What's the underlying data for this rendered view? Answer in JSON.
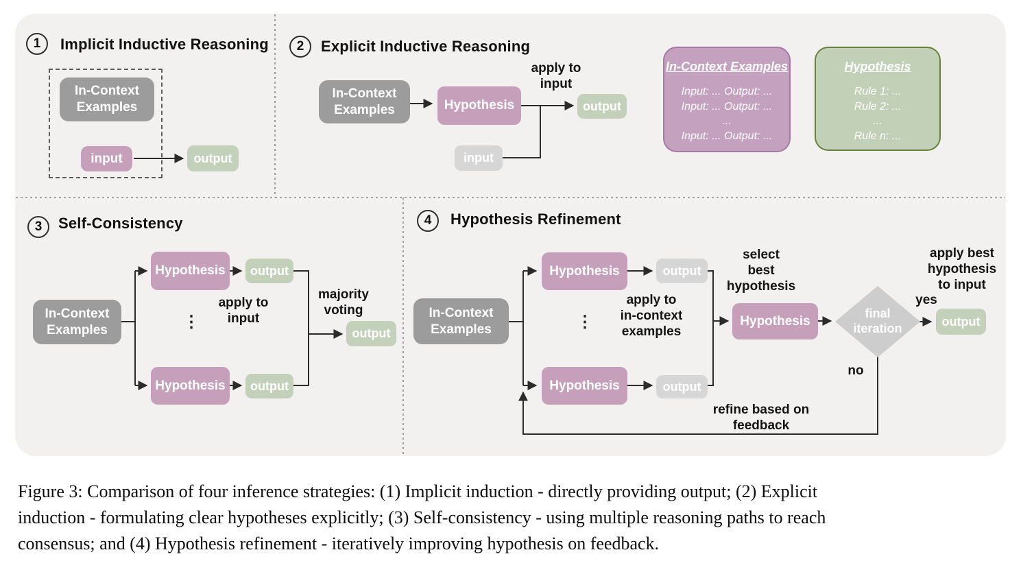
{
  "colors": {
    "figure_bg": "#f2f1ef",
    "gray_node": "#9c9c9c",
    "pink_node": "#c69fbb",
    "green_node": "#c3d1ba",
    "lightgray_node": "#d6d6d6",
    "diamond_gray": "#cdcdcd",
    "pink_card_bg": "#c5a1c0",
    "pink_card_border": "#a679a4",
    "green_card_bg": "#c2d0b8",
    "green_card_border": "#66823b",
    "wire": "#2b2b2b"
  },
  "panel1": {
    "number": "1",
    "title": "Implicit Inductive Reasoning",
    "in_context_label": "In-Context\nExamples",
    "input_label": "input",
    "output_label": "output"
  },
  "panel2": {
    "number": "2",
    "title": "Explicit Inductive Reasoning",
    "in_context_label": "In-Context\nExamples",
    "hypothesis_label": "Hypothesis",
    "input_label": "input",
    "output_label": "output",
    "apply_label": "apply to\ninput"
  },
  "cards": {
    "examples": {
      "title": "In-Context Examples",
      "lines": [
        "Input: ... Output: ...",
        "Input: ... Output: ...",
        "...",
        "Input: ... Output: ..."
      ]
    },
    "hypothesis": {
      "title": "Hypothesis",
      "lines": [
        "Rule 1: ...",
        "Rule 2: ...",
        "...",
        "Rule n: ..."
      ]
    }
  },
  "panel3": {
    "number": "3",
    "title": "Self-Consistency",
    "in_context_label": "In-Context\nExamples",
    "hypothesis_top_label": "Hypothesis",
    "output_top_label": "output",
    "hypothesis_bottom_label": "Hypothesis",
    "output_bottom_label": "output",
    "dots": "⋮",
    "apply_label": "apply to\ninput",
    "majority_label": "majority\nvoting",
    "final_output_label": "output"
  },
  "panel4": {
    "number": "4",
    "title": "Hypothesis Refinement",
    "in_context_label": "In-Context\nExamples",
    "hypothesis_top_label": "Hypothesis",
    "output_top_label": "output",
    "hypothesis_bottom_label": "Hypothesis",
    "output_bottom_label": "output",
    "dots": "⋮",
    "apply_label": "apply to\nin-context\nexamples",
    "select_label": "select\nbest\nhypothesis",
    "hypothesis_selected_label": "Hypothesis",
    "diamond_label": "final\niteration",
    "yes_label": "yes",
    "no_label": "no",
    "apply_best_label": "apply best\nhypothesis\nto input",
    "output_label": "output",
    "refine_label": "refine based on\nfeedback"
  },
  "caption": {
    "lines": [
      "Figure 3: Comparison of four inference strategies: (1) Implicit induction - directly providing output; (2) Explicit",
      "induction - formulating clear hypotheses explicitly; (3) Self-consistency - using multiple reasoning paths to reach",
      "consensus; and (4) Hypothesis refinement - iteratively improving hypothesis on feedback."
    ]
  }
}
